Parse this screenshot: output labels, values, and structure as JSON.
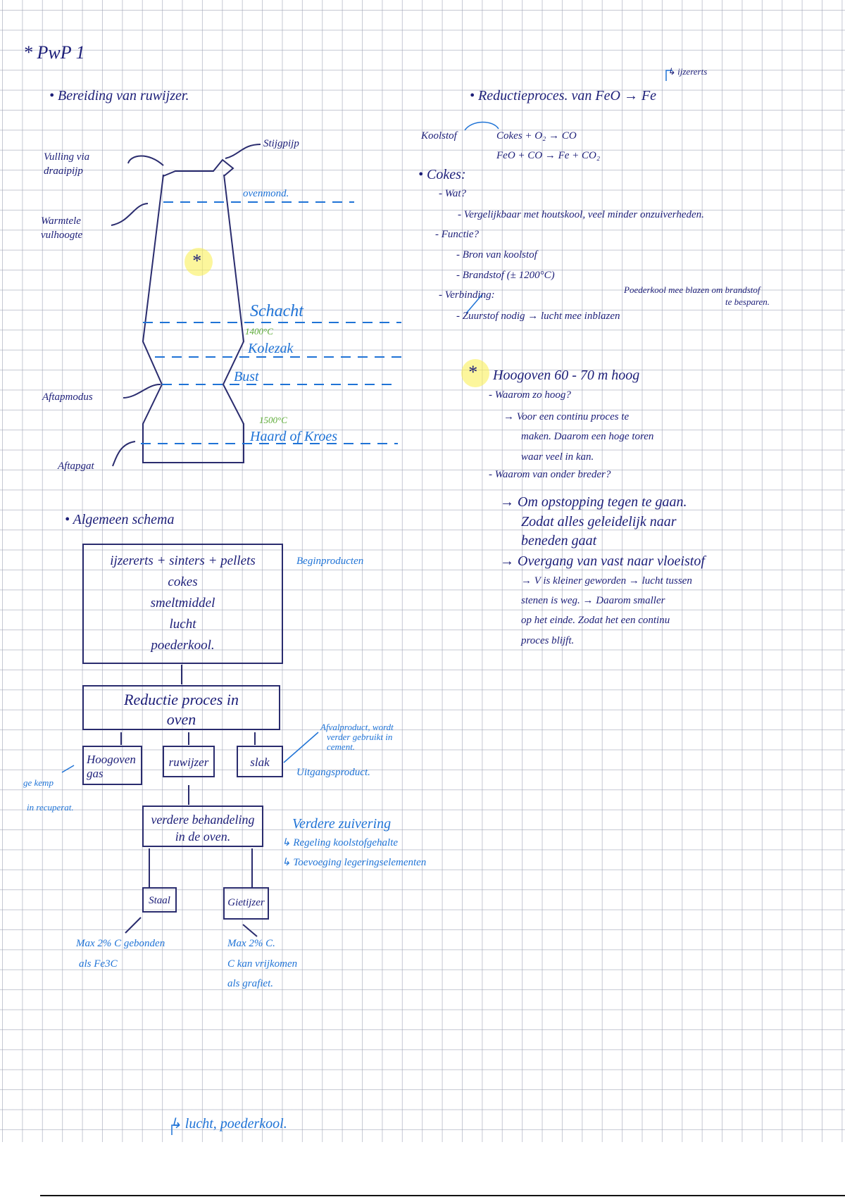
{
  "title": "* PwP 1",
  "left": {
    "heading": "• Bereiding van ruwijzer.",
    "furnace_labels": {
      "filling": [
        "Vulling via",
        "draaipijp"
      ],
      "rising_pipe": "Stijgpijp",
      "oven_mouth": "ovenmond.",
      "max_fill": [
        "Warmtele",
        "vulhoogte"
      ],
      "star": "*",
      "shaft": "Schacht",
      "temp_1400": "1400°C",
      "bosh": "Kolezak",
      "bust": "Bust",
      "tap_nozzles": "Aftapmodus",
      "temp_1500": "1500°C",
      "hearth": "Haard of Kroes",
      "tap_hole": "Aftapgat"
    },
    "schema_heading": "• Algemeen schema",
    "schema": {
      "inputs": [
        "ijzererts + sinters + pellets",
        "cokes",
        "smeltmiddel",
        "lucht",
        "poederkool."
      ],
      "inputs_note": "Beginproducten",
      "reduction": [
        "Reductie proces in",
        "oven"
      ],
      "outputs": [
        [
          "Hoogoven",
          "gas"
        ],
        [
          "ruwijzer"
        ],
        [
          "slak"
        ]
      ],
      "slag_note": [
        "Afvalproduct, wordt",
        "verder gebruikt in",
        "cement."
      ],
      "output_note": "Uitgangsproduct.",
      "gas_note": [
        "ge kemp",
        "in recuperat."
      ],
      "treatment": [
        "verdere behandeling",
        "in de oven."
      ],
      "treatment_note": [
        "Verdere zuivering",
        "↳ Regeling koolstofgehalte",
        "↳ Toevoeging legeringselementen"
      ],
      "steel": "Staal",
      "cast_iron": "Gietijzer",
      "steel_note": [
        "Max 2% C gebonden",
        "als Fe3C"
      ],
      "cast_iron_note": [
        "Max 2% C.",
        "C kan vrijkomen",
        "als grafiet."
      ]
    },
    "footer_note": "↳ lucht, poederkool."
  },
  "right": {
    "reduction_heading": "• Reductieproces. van FeO → Fe",
    "ore_note": "↳ ijzererts",
    "carbon": "Koolstof",
    "eq1": "Cokes + O₂ → CO",
    "eq2": "FeO + CO → Fe + CO₂",
    "cokes": [
      "• Cokes:",
      "- Wat?",
      "- Vergelijkbaar met houtskool, veel minder onzuiverheden.",
      "- Functie?",
      "- Bron van koolstof",
      "- Brandstof (± 1200°C)",
      "- Verbinding:",
      "- Zuurstof nodig → lucht mee inblazen"
    ],
    "powder_note": [
      "Poederkool mee blazen om brandstof",
      "te besparen."
    ],
    "star": "*",
    "blast_furnace": [
      "Hoogoven 60 - 70 m hoog",
      "- Waarom zo hoog?",
      "→ Voor een continu proces te",
      "maken. Daarom een hoge toren",
      "waar veel in kan.",
      "- Waarom van onder breder?",
      "→ Om opstopping tegen te gaan.",
      "Zodat alles geleidelijk naar",
      "beneden gaat",
      "→ Overgang van vast naar vloeistof",
      "→ V is kleiner geworden → lucht tussen",
      "stenen is weg. → Daarom smaller",
      "op het einde. Zodat het een continu",
      "proces blijft."
    ]
  },
  "colors": {
    "ink": "#1c1e78",
    "blue": "#1f73d6",
    "green": "#5aaa34",
    "highlight": "#faf05a"
  }
}
